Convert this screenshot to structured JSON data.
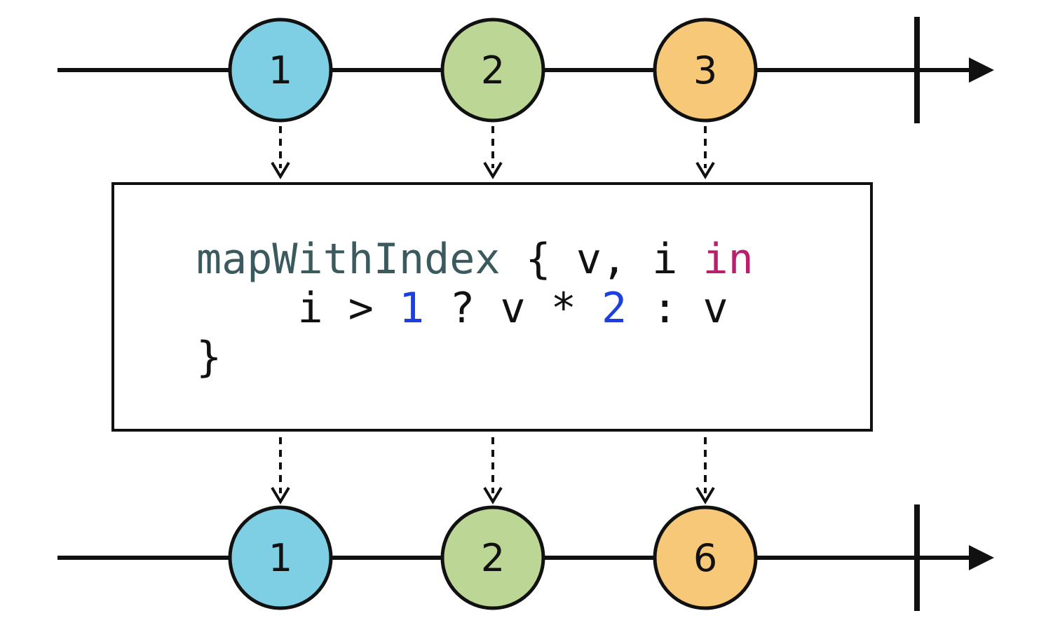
{
  "colors": {
    "line": "#111111",
    "blue": "#7fcfe4",
    "green": "#bcd696",
    "orange": "#f6c877",
    "code_function": "#3a5a5e",
    "code_keyword": "#b8206e",
    "code_number": "#1d3fe0"
  },
  "input_stream": {
    "marbles": [
      {
        "label": "1",
        "color": "#7fcfe4"
      },
      {
        "label": "2",
        "color": "#bcd696"
      },
      {
        "label": "3",
        "color": "#f6c877"
      }
    ]
  },
  "output_stream": {
    "marbles": [
      {
        "label": "1",
        "color": "#7fcfe4"
      },
      {
        "label": "2",
        "color": "#bcd696"
      },
      {
        "label": "6",
        "color": "#f6c877"
      }
    ]
  },
  "operator": {
    "line1": {
      "fn": "mapWithIndex",
      "mid": " { v, i ",
      "kw": "in"
    },
    "line2": {
      "indent": "    ",
      "a": "i > ",
      "n1": "1",
      "b": " ? v * ",
      "n2": "2",
      "c": " : v"
    },
    "line3": "}"
  }
}
